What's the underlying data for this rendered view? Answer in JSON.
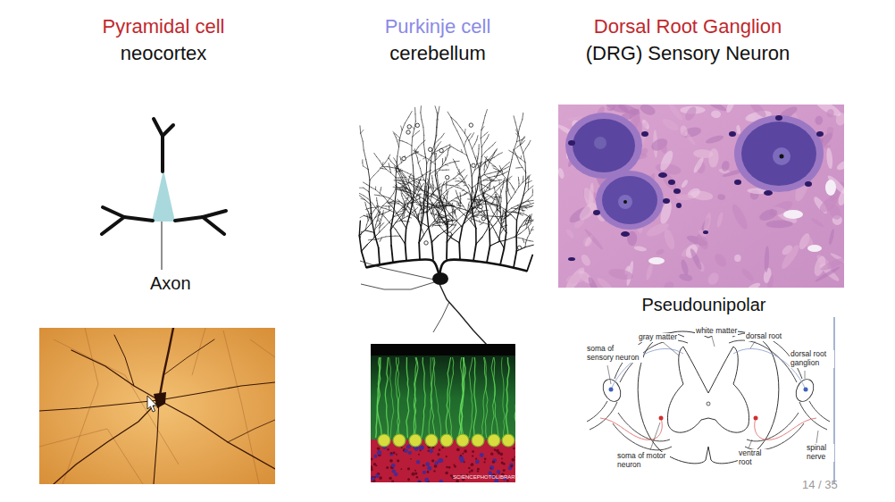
{
  "diagram": {
    "labels": [
      "Pyramidal cell",
      "neocortex",
      "Purkinje cell",
      "cerebellum",
      "Dorsal Root Ganglion",
      "(DRG) Sensory Neuron",
      "Axon",
      "Pseudounipolar",
      "soma of sensory neuron",
      "gray matter",
      "white matter",
      "dorsal root",
      "dorsal root ganglion",
      "soma of motor neuron",
      "ventral root",
      "spinal nerve",
      "SCIENCEPHOTOLIBRARY",
      "14 / 35"
    ]
  }
}
